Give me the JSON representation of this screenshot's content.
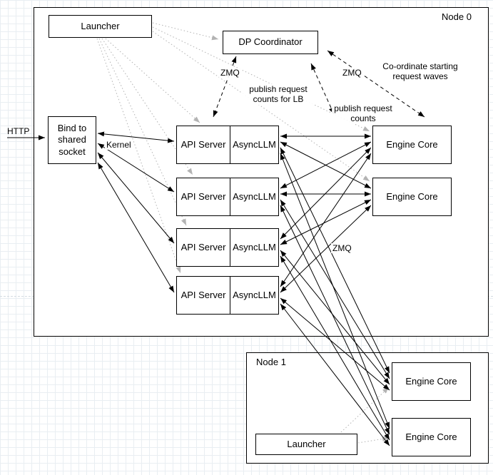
{
  "node0": {
    "label": "Node 0",
    "launcher": "Launcher",
    "dp_coordinator": "DP Coordinator",
    "bind_socket": "Bind to shared socket",
    "api_servers": [
      {
        "api": "API Server",
        "llm": "AsyncLLM"
      },
      {
        "api": "API Server",
        "llm": "AsyncLLM"
      },
      {
        "api": "API Server",
        "llm": "AsyncLLM"
      },
      {
        "api": "API Server",
        "llm": "AsyncLLM"
      }
    ],
    "engine_cores": [
      "Engine Core",
      "Engine Core"
    ]
  },
  "node1": {
    "label": "Node 1",
    "launcher": "Launcher",
    "engine_cores": [
      "Engine Core",
      "Engine Core"
    ]
  },
  "labels": {
    "http": "HTTP",
    "kernel": "Kernel",
    "zmq": "ZMQ",
    "publish_request_counts_lb": "publish request counts for LB",
    "publish_request_counts": "publish request counts",
    "coordinate_request_waves": "Co-ordinate starting request waves"
  },
  "colors": {
    "box_stroke": "#000000",
    "box_fill": "#ffffff",
    "launch_edge": "#b3b3b3",
    "grid": "#e9eef2"
  }
}
